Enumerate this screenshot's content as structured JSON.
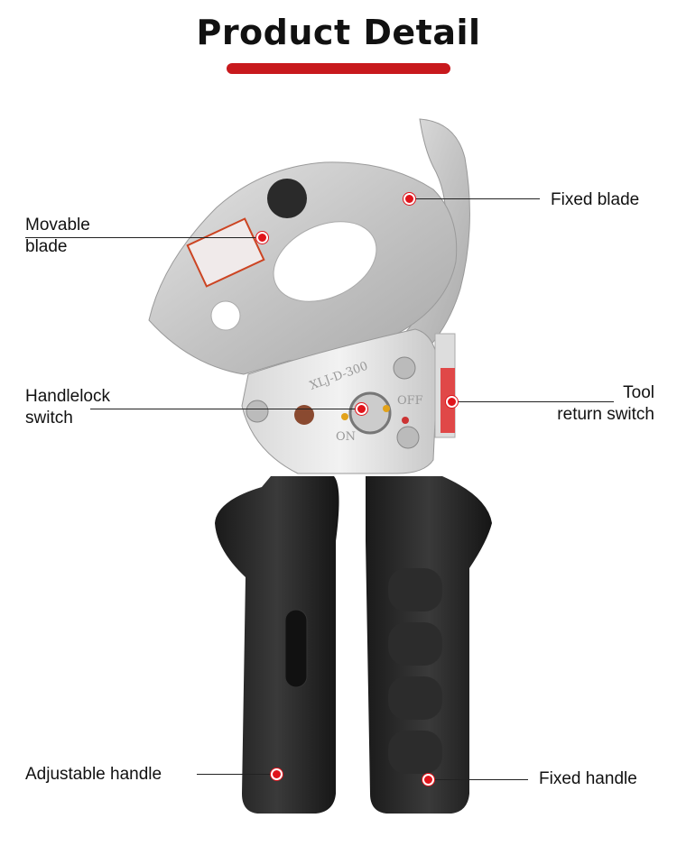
{
  "header": {
    "title": "Product Detail",
    "accent_color": "#c8191d"
  },
  "product_markings": {
    "model": "XLJ-D-300",
    "on": "ON",
    "off": "OFF"
  },
  "callouts": {
    "movable_blade": {
      "line1": "Movable",
      "line2": "blade"
    },
    "fixed_blade": {
      "label": "Fixed blade"
    },
    "handlelock_switch": {
      "line1": "Handlelock",
      "line2": "switch"
    },
    "tool_return_switch": {
      "line1": "Tool",
      "line2": "return switch"
    },
    "adjustable_handle": {
      "label": "Adjustable handle"
    },
    "fixed_handle": {
      "label": "Fixed handle"
    }
  },
  "marker_color": "#e0141b"
}
